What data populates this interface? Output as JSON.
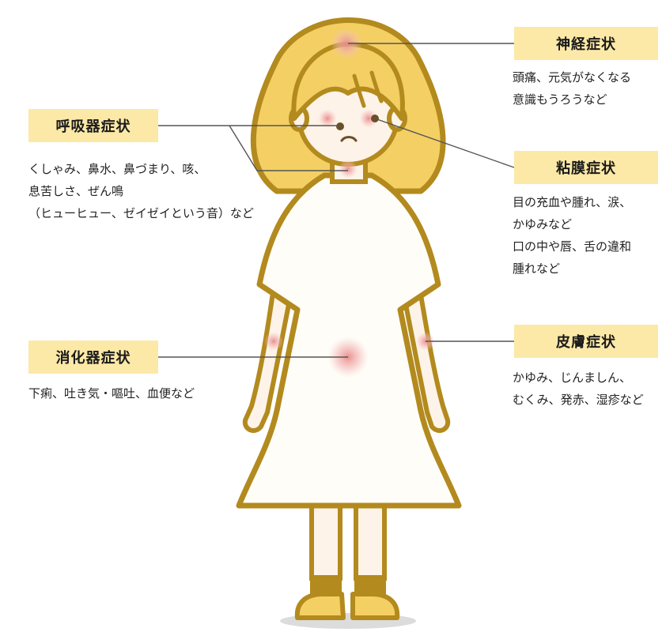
{
  "colors": {
    "hair": "#f4cf63",
    "outline": "#b38a1e",
    "skin": "#fdf3e8",
    "dress": "#fffdf7",
    "shoes": "#b38a1e",
    "label_bg": "#fce9a7",
    "connector": "#555555",
    "redness": "#e88a8a"
  },
  "categories": {
    "neuro": {
      "label": "神経症状",
      "lines": [
        "頭痛、元気がなくなる",
        "意識もうろうなど"
      ]
    },
    "respiratory": {
      "label": "呼吸器症状",
      "lines": [
        "くしゃみ、鼻水、鼻づまり、咳、",
        "息苦しさ、ぜん鳴",
        "（ヒューヒュー、ゼイゼイという音）など"
      ]
    },
    "mucosal": {
      "label": "粘膜症状",
      "lines": [
        "目の充血や腫れ、涙、",
        "かゆみなど",
        "口の中や唇、舌の違和",
        "腫れなど"
      ]
    },
    "digestive": {
      "label": "消化器症状",
      "lines": [
        "下痢、吐き気・嘔吐、血便など"
      ]
    },
    "skin": {
      "label": "皮膚症状",
      "lines": [
        "かゆみ、じんましん、",
        "むくみ、発赤、湿疹など"
      ]
    }
  }
}
